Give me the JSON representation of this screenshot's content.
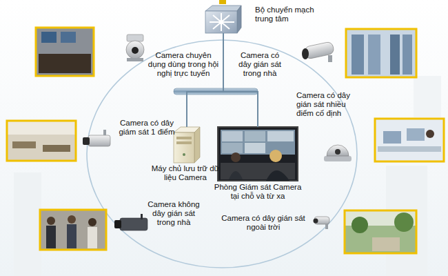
{
  "diagram": {
    "nodes": [
      {
        "text": [
          "Bộ chuyển mạch trung tâm"
        ]
      },
      {
        "text": [
          "Camera chuyên dụng dùng trong hội nghị trực tuyến"
        ]
      },
      {
        "text": [
          "Camera có dây gián sát trong nhà"
        ]
      },
      {
        "text": [
          "Camera có dây gián sát nhiều điểm cố định"
        ]
      },
      {
        "text": [
          "Camera có dây giám sát 1 điểm"
        ]
      },
      {
        "text": [
          "Máy chủ lưu trữ dữ liệu Camera"
        ]
      },
      {
        "text": [
          "Phòng Giám sát Camera tại chỗ và từ xa"
        ]
      },
      {
        "text": [
          "Camera không dây gián sát trong nhà"
        ]
      },
      {
        "text": [
          "Camera có dây gián sát ngoài trời"
        ]
      }
    ],
    "edges": [
      {
        "from": 0,
        "to": 5,
        "arrow": "none"
      },
      {
        "from": 0,
        "to": 6,
        "arrow": "none"
      }
    ]
  }
}
